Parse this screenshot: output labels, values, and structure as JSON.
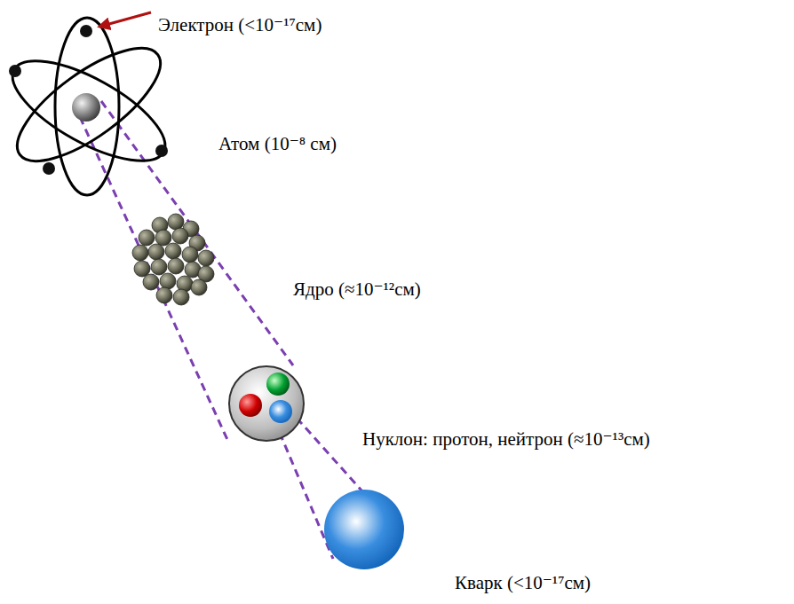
{
  "diagram": {
    "labels": [
      "Электрон (<10⁻¹⁷см)",
      "Атом (10⁻⁸ см)",
      "Ядро (≈10⁻¹²см)",
      "Нуклон: протон, нейтрон (≈10⁻¹³см)",
      "Кварк (<10⁻¹⁷см)"
    ]
  }
}
